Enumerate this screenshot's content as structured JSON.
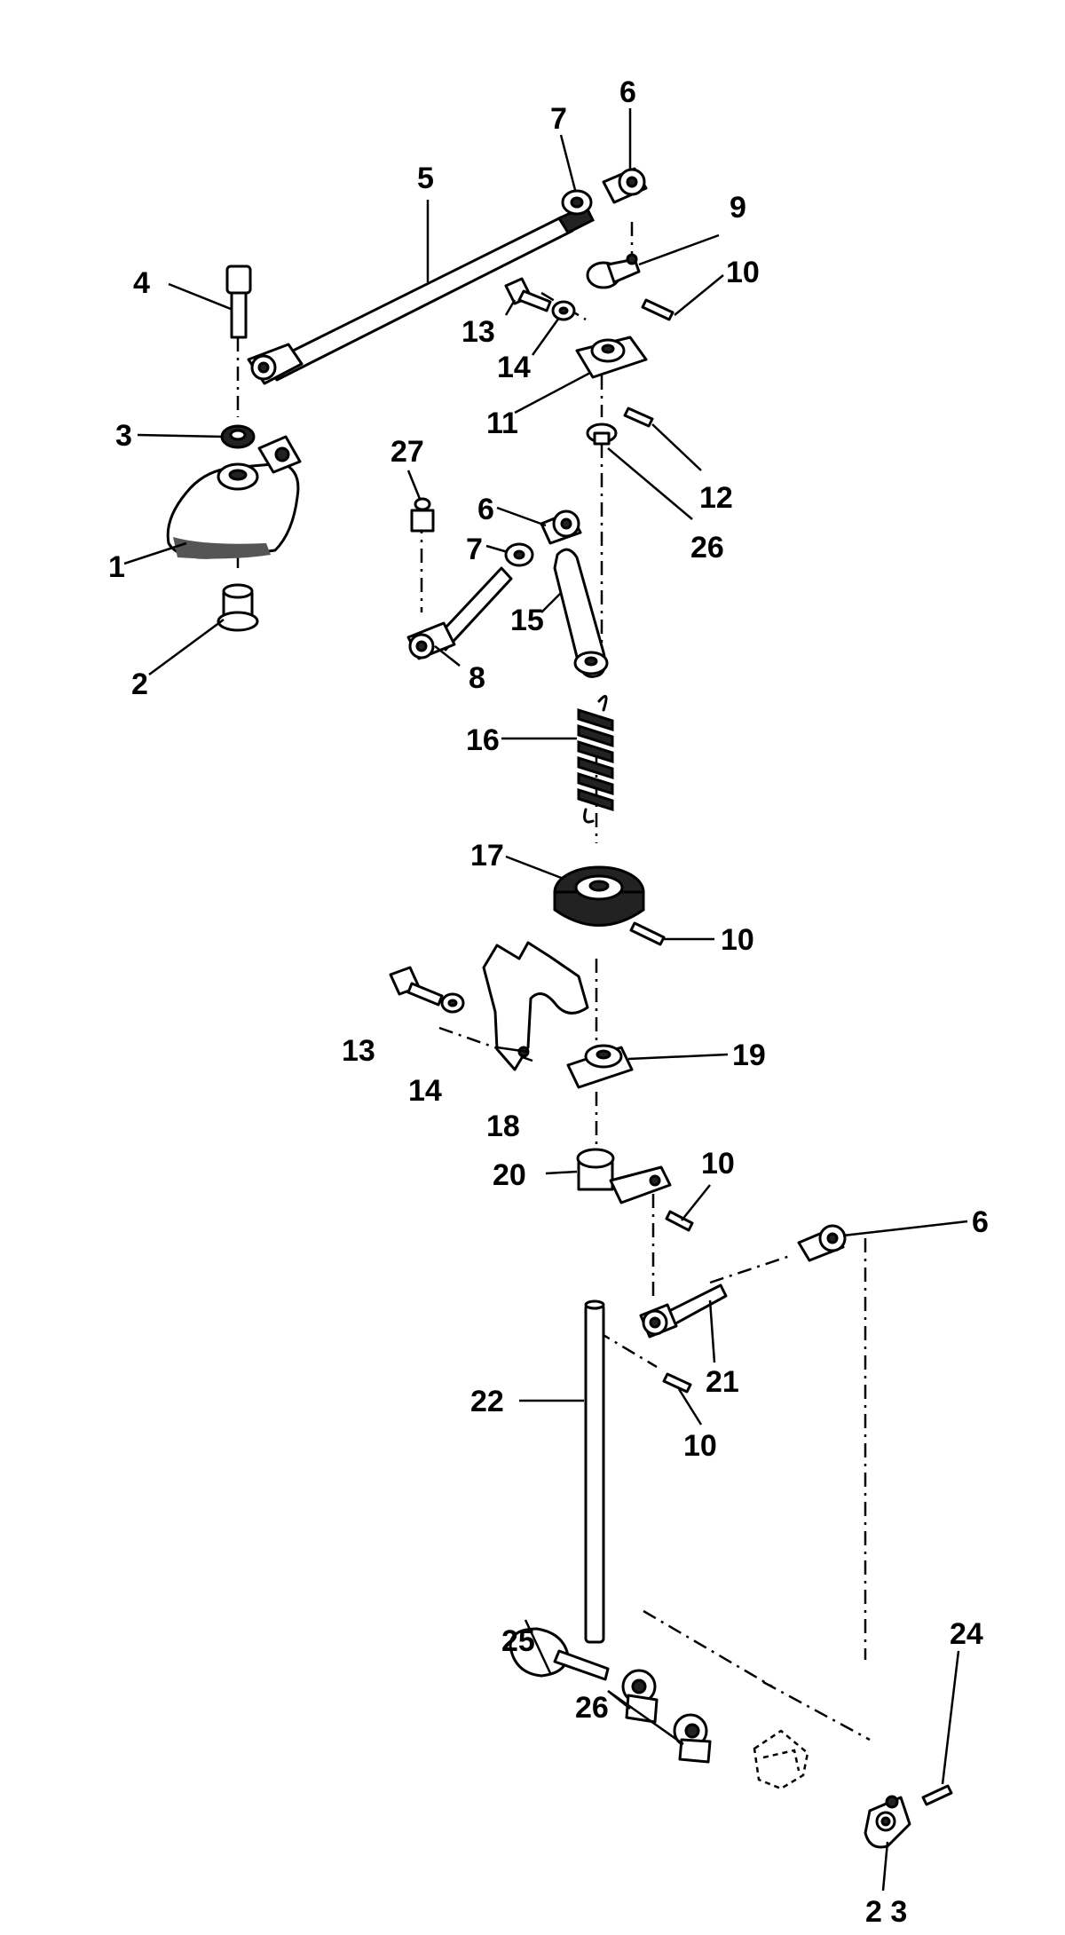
{
  "colors": {
    "ink": "#000000",
    "paper": "#ffffff",
    "shade": "#555555"
  },
  "callouts": [
    {
      "id": "c1",
      "text": "1"
    },
    {
      "id": "c2",
      "text": "2"
    },
    {
      "id": "c3",
      "text": "3"
    },
    {
      "id": "c4",
      "text": "4"
    },
    {
      "id": "c5",
      "text": "5"
    },
    {
      "id": "c6a",
      "text": "6"
    },
    {
      "id": "c7a",
      "text": "7"
    },
    {
      "id": "c9",
      "text": "9"
    },
    {
      "id": "c10a",
      "text": "10"
    },
    {
      "id": "c13a",
      "text": "13"
    },
    {
      "id": "c14a",
      "text": "14"
    },
    {
      "id": "c11",
      "text": "11"
    },
    {
      "id": "c12",
      "text": "12"
    },
    {
      "id": "c26a",
      "text": "26"
    },
    {
      "id": "c27",
      "text": "27"
    },
    {
      "id": "c6b",
      "text": "6"
    },
    {
      "id": "c7b",
      "text": "7"
    },
    {
      "id": "c15",
      "text": "15"
    },
    {
      "id": "c8",
      "text": "8"
    },
    {
      "id": "c16",
      "text": "16"
    },
    {
      "id": "c17",
      "text": "17"
    },
    {
      "id": "c10b",
      "text": "10"
    },
    {
      "id": "c13b",
      "text": "13"
    },
    {
      "id": "c14b",
      "text": "14"
    },
    {
      "id": "c18",
      "text": "18"
    },
    {
      "id": "c19",
      "text": "19"
    },
    {
      "id": "c20",
      "text": "20"
    },
    {
      "id": "c10c",
      "text": "10"
    },
    {
      "id": "c6c",
      "text": "6"
    },
    {
      "id": "c21",
      "text": "21"
    },
    {
      "id": "c22",
      "text": "22"
    },
    {
      "id": "c10d",
      "text": "10"
    },
    {
      "id": "c25",
      "text": "25"
    },
    {
      "id": "c26b",
      "text": "26"
    },
    {
      "id": "c24",
      "text": "24"
    },
    {
      "id": "c23",
      "text": "2 3"
    }
  ]
}
